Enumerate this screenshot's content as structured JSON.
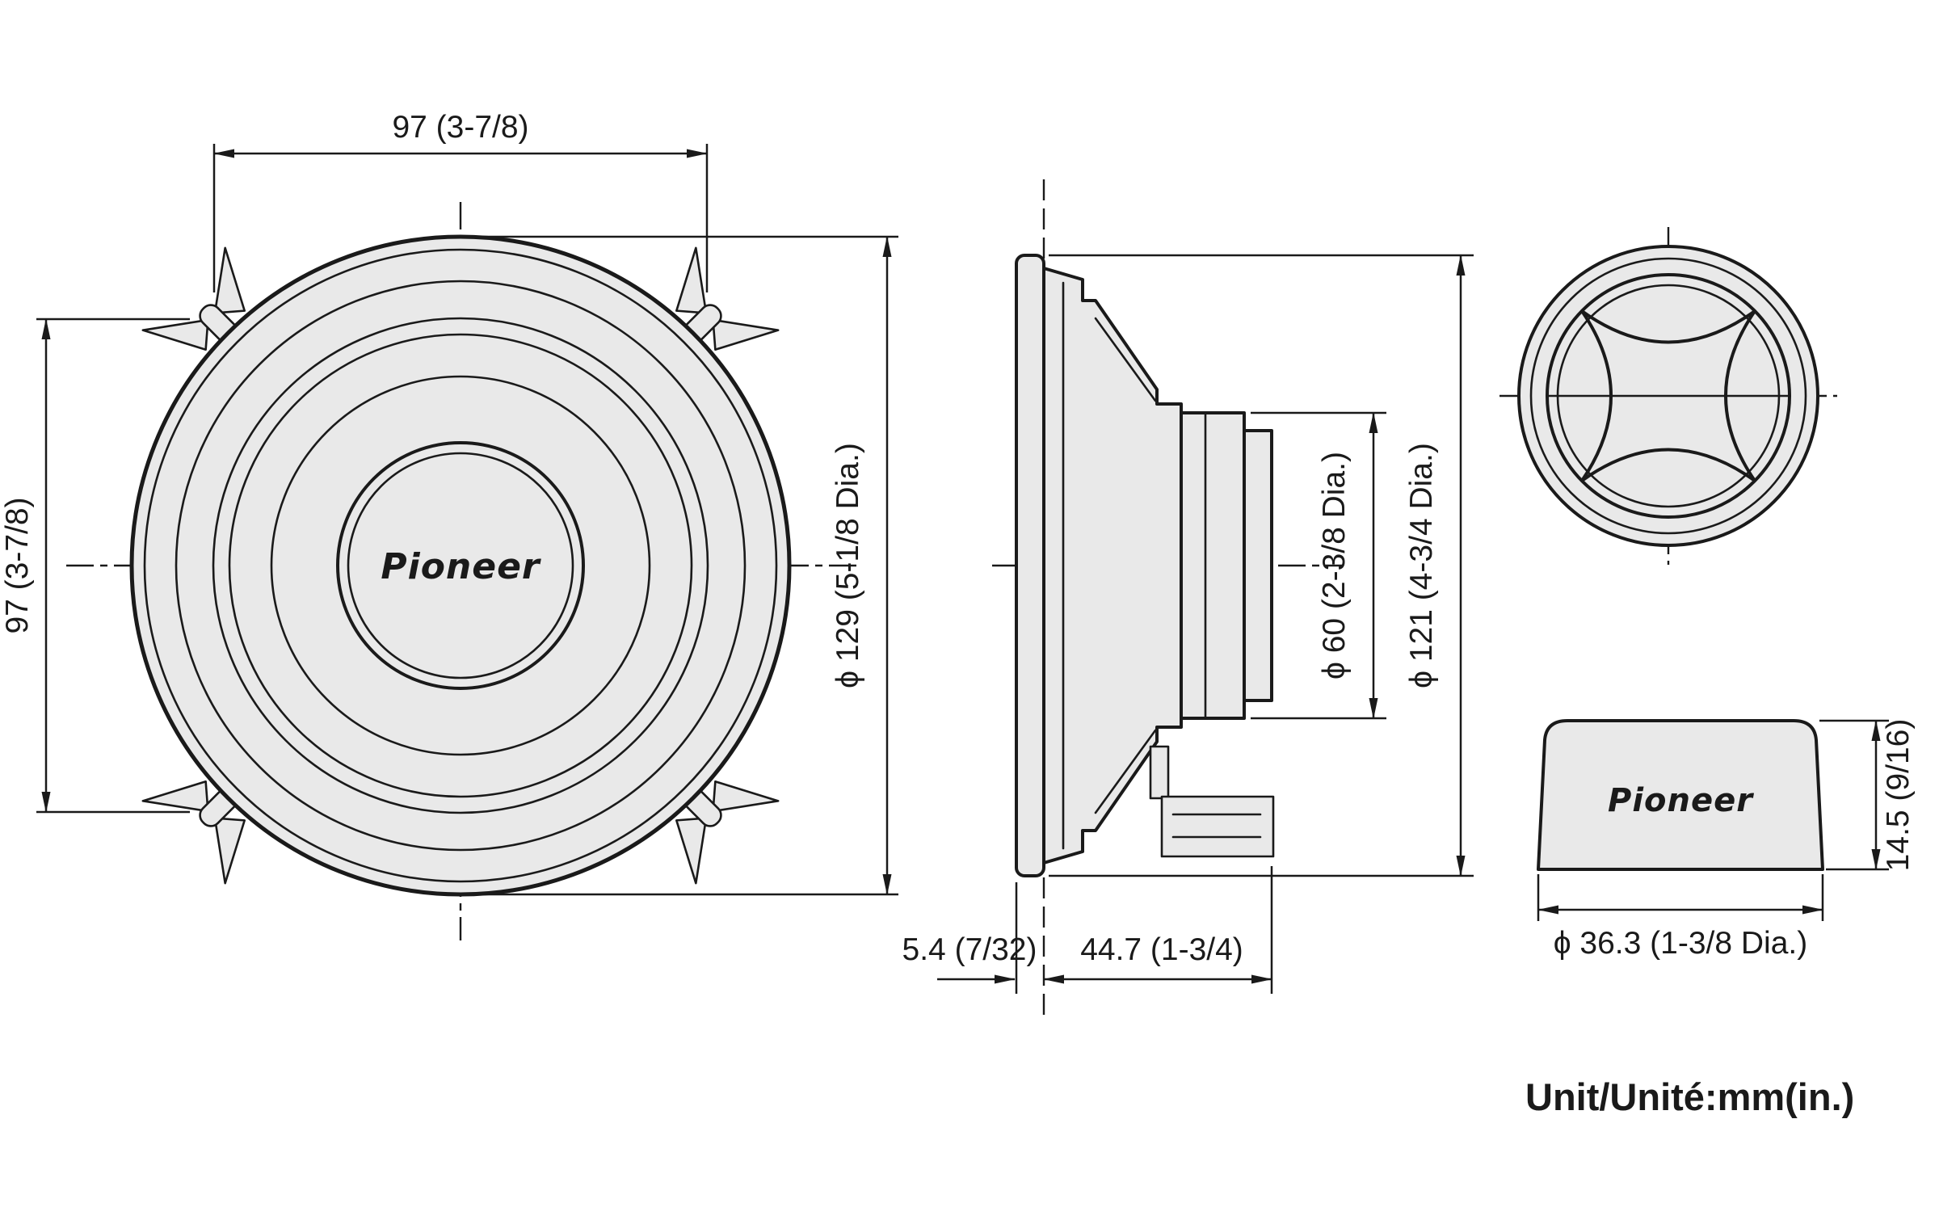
{
  "colors": {
    "line": "#1a1a1a",
    "fill": "#e9e9e9",
    "bg": "#ffffff"
  },
  "brand": {
    "logo_text": "Pioneer"
  },
  "unit_note": "Unit/Unité:mm(in.)",
  "front_view": {
    "mounting_width": "97 (3-7/8)",
    "mounting_height": "97 (3-7/8)",
    "outer_diameter": "ϕ 129 (5-1/8 Dia.)"
  },
  "side_view": {
    "flange_depth": "5.4 (7/32)",
    "mounting_depth": "44.7 (1-3/4)",
    "magnet_diameter": "ϕ 60 (2-3/8 Dia.)",
    "frame_diameter": "ϕ 121 (4-3/4 Dia.)"
  },
  "tweeter": {
    "height": "14.5 (9/16)",
    "base_diameter": "ϕ 36.3 (1-3/8 Dia.)"
  }
}
